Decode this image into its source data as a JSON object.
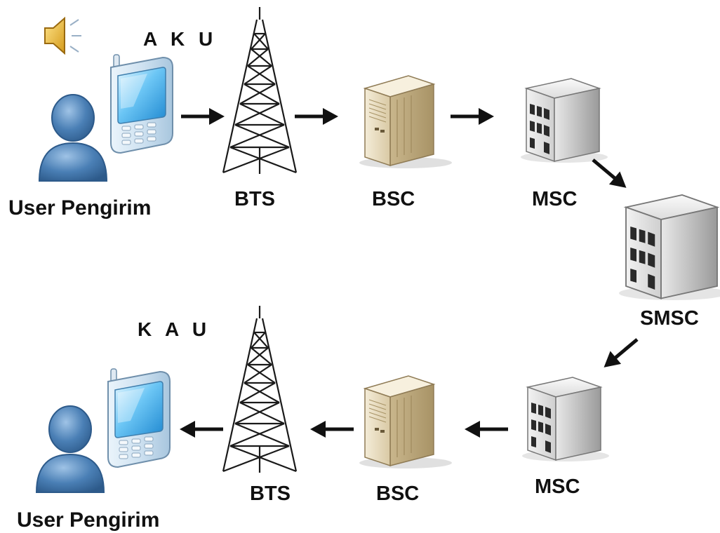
{
  "labels": {
    "top_message": "A K U",
    "bottom_message": "K A U",
    "sender": "User Pengirim",
    "receiver": "User Pengirim",
    "bts_top": "BTS",
    "bsc_top": "BSC",
    "msc_top": "MSC",
    "smsc": "SMSC",
    "msc_bottom": "MSC",
    "bsc_bottom": "BSC",
    "bts_bottom": "BTS"
  },
  "icons": [
    "speaker-icon",
    "user-icon",
    "mobile-phone-icon",
    "tower-icon",
    "server-icon",
    "building-icon",
    "arrow-icon"
  ],
  "colors": {
    "person": "#4a7fb5",
    "phone_screen": "#58b8ef",
    "phone_body": "#c9dff0",
    "server": "#eadfc6",
    "building": "#d6d6d6",
    "arrow": "#111111"
  }
}
